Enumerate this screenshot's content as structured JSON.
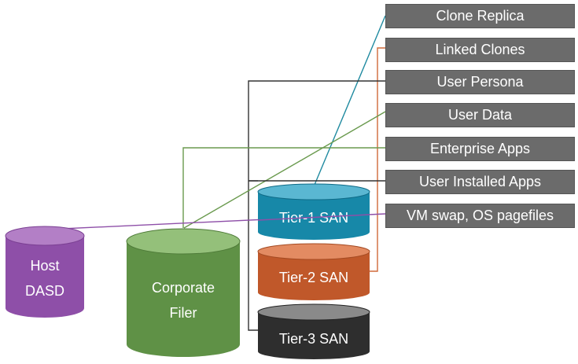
{
  "labels": {
    "clone_replica": "Clone Replica",
    "linked_clones": "Linked Clones",
    "user_persona": "User Persona",
    "user_data": "User Data",
    "enterprise_apps": "Enterprise Apps",
    "user_installed_apps": "User Installed Apps",
    "vm_swap": "VM swap, OS pagefiles"
  },
  "storage": {
    "host_dasd_line1": "Host",
    "host_dasd_line2": "DASD",
    "corporate_filer_line1": "Corporate",
    "corporate_filer_line2": "Filer",
    "tier1": "Tier-1 SAN",
    "tier2": "Tier-2 SAN",
    "tier3": "Tier-3 SAN"
  },
  "colors": {
    "host_dasd": "#8e4fa8",
    "corporate_filer": "#5f9146",
    "tier1": "#1788a8",
    "tier2": "#c0582a",
    "tier3": "#333333",
    "label_bg": "#6b6b6b"
  }
}
